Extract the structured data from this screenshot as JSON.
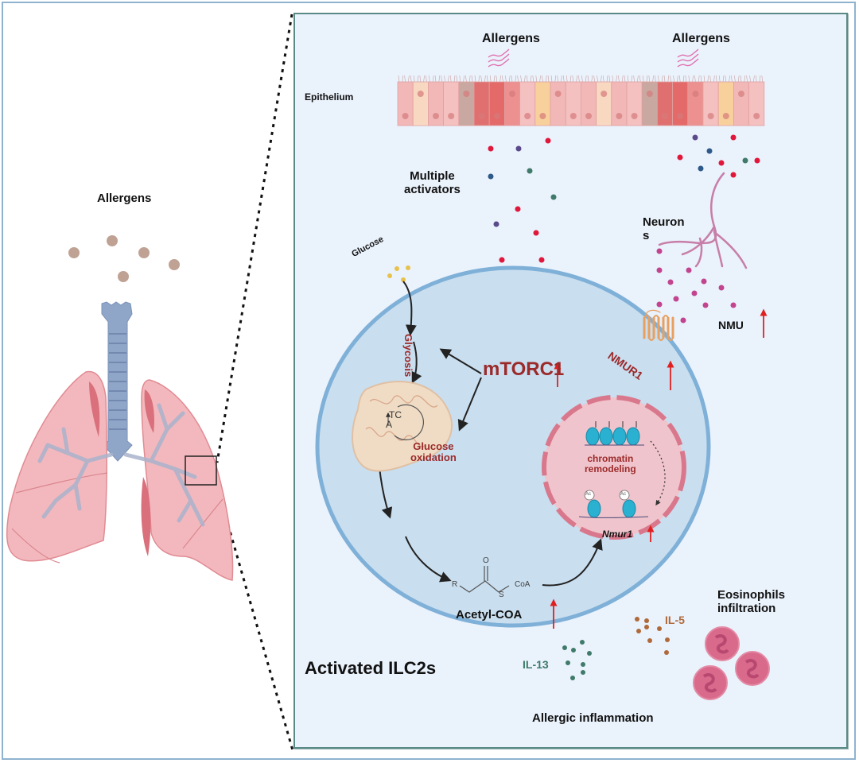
{
  "left": {
    "allergens_label": "Allergens"
  },
  "panel": {
    "allergens_label_1": "Allergens",
    "allergens_label_2": "Allergens",
    "epithelium_label": "Epithelium",
    "multiple_activators_line1": "Multiple",
    "multiple_activators_line2": "activators",
    "neurons_line1": "Neuron",
    "neurons_line2": "s",
    "glucose_label": "Glucose",
    "glycosis_label": "Glycosis",
    "mtorc1_label": "mTORC1",
    "tca_line1": "TC",
    "tca_line2": "A",
    "glucose_oxidation_line1": "Glucose",
    "glucose_oxidation_line2": "oxidation",
    "nmur1_receptor_label": "NMUR1",
    "nmu_label": "NMU",
    "chromatin_line1": "chromatin",
    "chromatin_line2": "remodeling",
    "ac_label": "Ac",
    "nmur1_gene_label": "Nmur1",
    "acetyl_r": "R",
    "acetyl_o": "O",
    "acetyl_s": "S",
    "acetyl_coa": "CoA",
    "acetyl_coa_label": "Acetyl-COA",
    "activated_ilc2s_label": "Activated ILC2s",
    "il13_label": "IL-13",
    "il5_label": "IL-5",
    "eosinophils_line1": "Eosinophils",
    "eosinophils_line2": "infiltration",
    "allergic_inflammation_label": "Allergic inflammation"
  },
  "colors": {
    "panel_bg": "#eaf2fc",
    "panel_border": "#5a8a86",
    "cell_fill": "#c9deef",
    "cell_membrane": "#7fb0d8",
    "dark_red_text": "#9b2a2a",
    "up_arrow": "#e02020",
    "il13": "#3f7a6a",
    "il5": "#b06a3a",
    "nucleus_fill": "#f0c4cc",
    "nucleus_border": "#d9788c"
  }
}
